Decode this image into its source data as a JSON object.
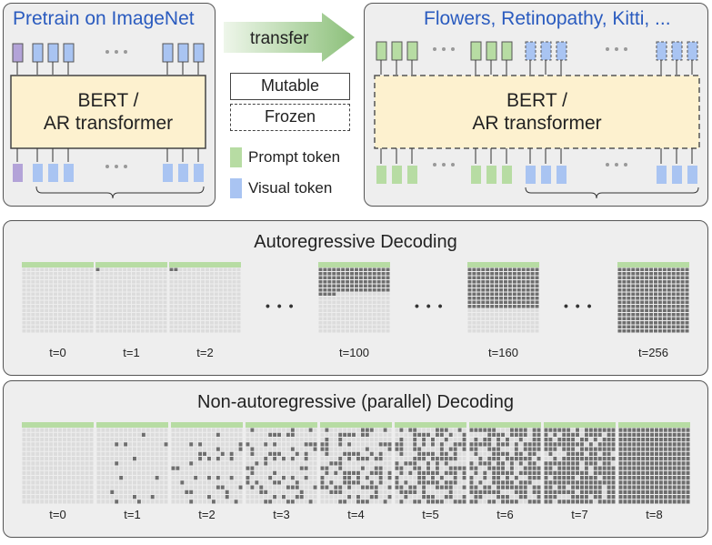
{
  "pretrain": {
    "title": "Pretrain on ImageNet",
    "model": [
      "BERT /",
      "AR transformer"
    ]
  },
  "transfer": {
    "arrow_label": "transfer"
  },
  "finetune": {
    "title": "Flowers, Retinopathy, Kitti, ...",
    "model": [
      "BERT /",
      "AR transformer"
    ]
  },
  "legend": {
    "mutable": "Mutable",
    "frozen": "Frozen",
    "prompt": "Prompt token",
    "visual": "Visual token"
  },
  "colors": {
    "prompt": "#b7dca3",
    "visual": "#a9c4f2",
    "purple": "#b3a3d8",
    "model_fill": "#fdf1cf",
    "gray_cell": "#dcdcdc",
    "dark_cell": "#6e6e6e",
    "blue_title": "#2a5bbf"
  },
  "ar": {
    "title": "Autoregressive Decoding",
    "labels": [
      "t=0",
      "t=1",
      "t=2",
      "t=100",
      "t=160",
      "t=256"
    ],
    "filled": [
      0,
      1,
      2,
      100,
      160,
      256
    ]
  },
  "nar": {
    "title": "Non-autoregressive (parallel) Decoding",
    "labels": [
      "t=0",
      "t=1",
      "t=2",
      "t=3",
      "t=4",
      "t=5",
      "t=6",
      "t=7",
      "t=8"
    ],
    "fill_fraction": [
      0,
      0.05,
      0.13,
      0.25,
      0.38,
      0.52,
      0.66,
      0.82,
      1.0
    ]
  },
  "ellipsis": "• • •"
}
